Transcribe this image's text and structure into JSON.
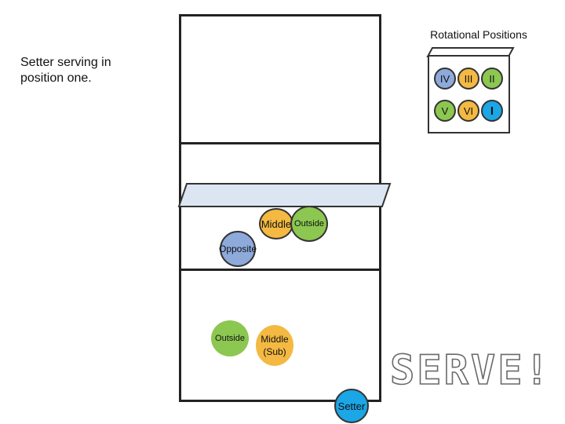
{
  "caption": "Setter serving in position one.",
  "rotation": {
    "title": "Rotational Positions",
    "positions": [
      {
        "label": "IV",
        "color": "#8eaadb"
      },
      {
        "label": "III",
        "color": "#f4b942"
      },
      {
        "label": "II",
        "color": "#8cc751"
      },
      {
        "label": "V",
        "color": "#8cc751"
      },
      {
        "label": "VI",
        "color": "#f4b942"
      },
      {
        "label": "I",
        "color": "#1ba6e6"
      }
    ]
  },
  "players": {
    "middle": "Middle",
    "outside_front": "Outside",
    "opposite": "Opposite",
    "outside_back": "Outside",
    "middle_sub": "Middle (Sub)",
    "setter": "Setter"
  },
  "serve_text": "SERVE!",
  "colors": {
    "blue": "#8eaadb",
    "orange": "#f4b942",
    "green": "#8cc751",
    "cyan": "#1ba6e6",
    "net": "#dce6f2"
  }
}
